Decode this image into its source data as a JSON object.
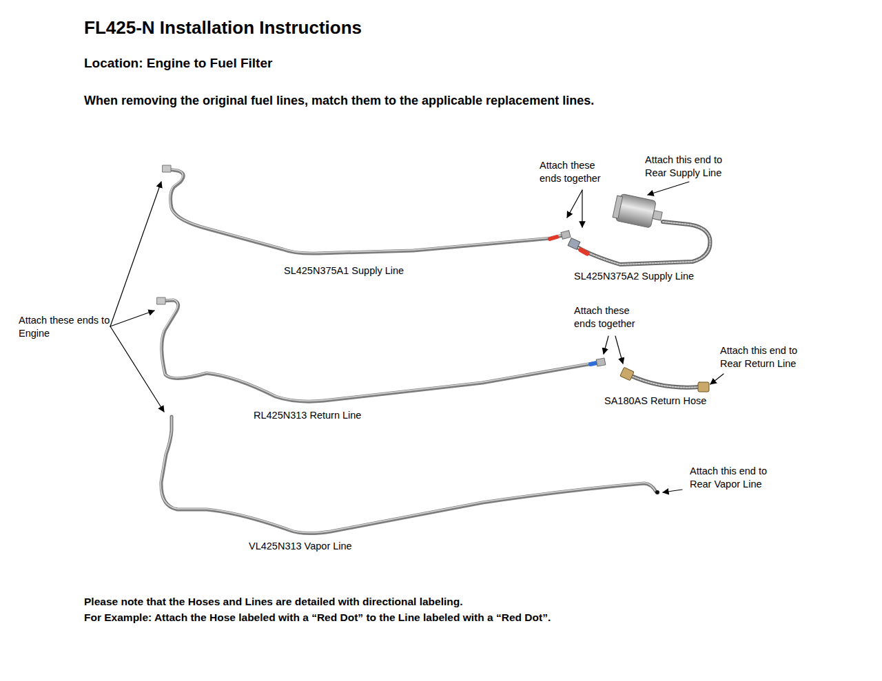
{
  "diagram": {
    "title": "FL425-N Installation Instructions",
    "labels": [
      "Location: Engine to Fuel Filter",
      "When removing the original fuel lines, match them to the applicable replacement lines.",
      "Attach these ends together",
      "Attach this end to Rear Supply Line",
      "SL425N375A1 Supply Line",
      "SL425N375A2 Supply Line",
      "Attach these ends to Engine",
      "Attach these ends together",
      "Attach this end to Rear Return Line",
      "RL425N313 Return Line",
      "SA180AS Return Hose",
      "Attach this end to Rear Vapor Line",
      "VL425N313 Vapor Line",
      "Please note that the Hoses and Lines are detailed with directional labeling.",
      "For Example: Attach the Hose labeled with a “Red Dot” to the Line labeled with a “Red Dot”."
    ]
  }
}
